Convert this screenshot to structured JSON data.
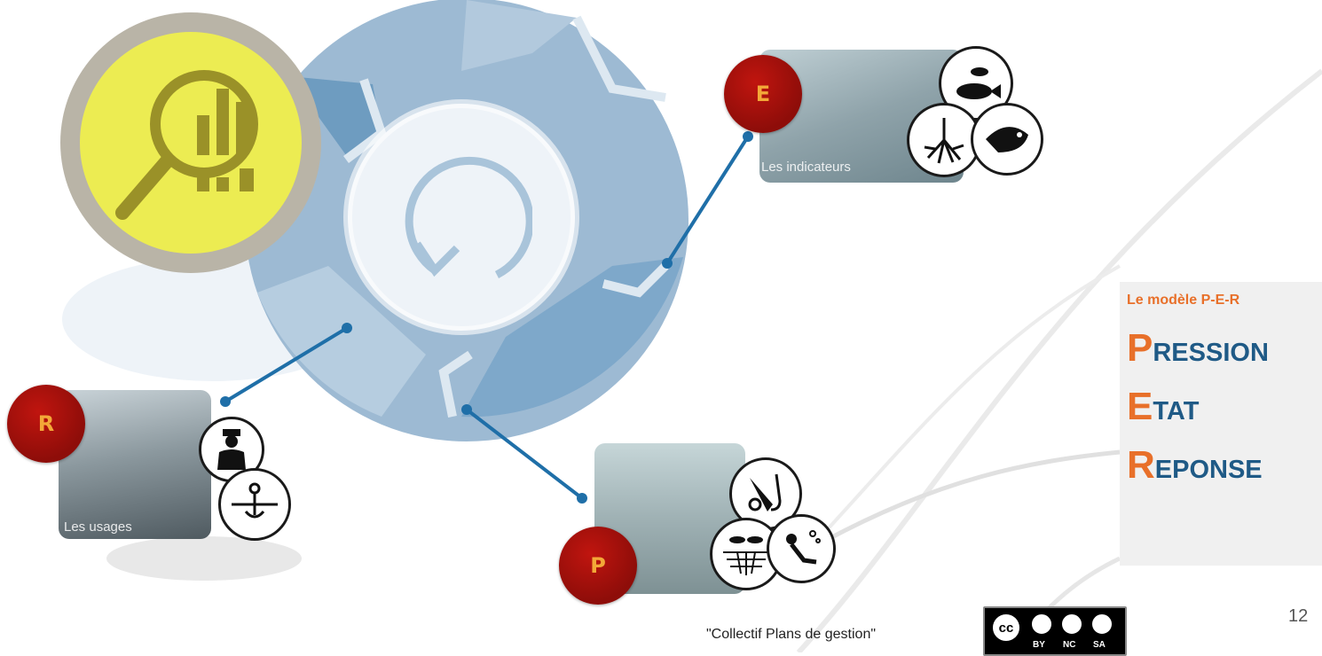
{
  "badges": {
    "r": "R",
    "e": "E",
    "p": "P"
  },
  "photo_captions": {
    "e": "Les indicateurs",
    "r": "Les usages"
  },
  "model": {
    "title": "Le modèle P-E-R",
    "lines": [
      {
        "cap": "P",
        "rest": "RESSION"
      },
      {
        "cap": "E",
        "rest": "TAT"
      },
      {
        "cap": "R",
        "rest": "EPONSE"
      }
    ]
  },
  "page_number": "12",
  "credit": "\"Collectif Plans de gestion\"",
  "license": {
    "cc": "cc",
    "by": "BY",
    "nc": "NC",
    "sa": "SA"
  },
  "icons": {
    "magnifier": "magnifier-chart-icon",
    "cycle": "refresh-cycle-icon",
    "e": [
      "fish-icon",
      "roots-icon",
      "grouper-fish-icon"
    ],
    "p": [
      "snorkel-fins-icon",
      "fishing-net-icon",
      "scuba-diver-icon"
    ],
    "r": [
      "officer-icon",
      "anchor-buoy-icon"
    ]
  },
  "colors": {
    "accent": "#e8702a",
    "title_blue": "#1f5a86",
    "badge_red": "#a8110b",
    "connector": "#1f6fa8"
  }
}
